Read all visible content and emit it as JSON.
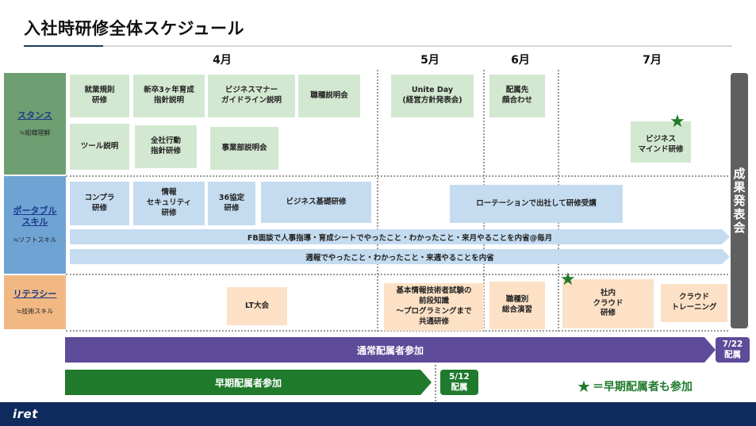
{
  "title": "入社時研修全体スケジュール",
  "months": [
    "4月",
    "5月",
    "6月",
    "7月"
  ],
  "categories": {
    "stance": {
      "name": "スタンス",
      "sub": "≒組織理解"
    },
    "portable": {
      "name": "ポータブル\nスキル",
      "sub": "≒ソフトスキル"
    },
    "literacy": {
      "name": "リテラシー",
      "sub": "≒技術スキル"
    }
  },
  "stance_items": {
    "a": "就業規則\n研修",
    "b": "新卒3ヶ年育成\n指針説明",
    "c": "ビジネスマナー\nガイドライン説明",
    "d": "職種説明会",
    "e": "Unite Day\n(経営方針発表会)",
    "f": "配属先\n顔合わせ",
    "g": "ツール説明",
    "h": "全社行動\n指針研修",
    "i": "事業部説明会",
    "j": "ビジネス\nマインド研修"
  },
  "portable_items": {
    "a": "コンプラ\n研修",
    "b": "情報\nセキュリティ\n研修",
    "c": "36協定\n研修",
    "d": "ビジネス基礎研修",
    "e": "ローテーションで出社して研修受講",
    "fb": "FB面談で人事指導・育成シートでやったこと・わかったこと・来月やることを内省@毎月",
    "weekly": "週報でやったこと・わかったこと・来週やることを内省"
  },
  "literacy_items": {
    "a": "LT大会",
    "b": "基本情報技術者試験の\n前段知識\n〜プログラミングまで\n共通研修",
    "c": "職種別\n総合演習",
    "d": "社内\nクラウド\n研修",
    "e": "クラウド\nトレーニング"
  },
  "regular_bar": "通常配属者参加",
  "regular_tag": "7/22\n配属",
  "early_bar": "早期配属者参加",
  "early_tag": "5/12\n配属",
  "final": "成果発表会",
  "legend": "＝早期配属者も参加",
  "star_glyph": "★",
  "logo": "iret",
  "colors": {
    "stance": "#6e9f72",
    "portable": "#6fa3d4",
    "literacy": "#f2b883",
    "regular": "#5e4b9a",
    "early": "#1f7a2c",
    "footer": "#0f2a5c"
  }
}
